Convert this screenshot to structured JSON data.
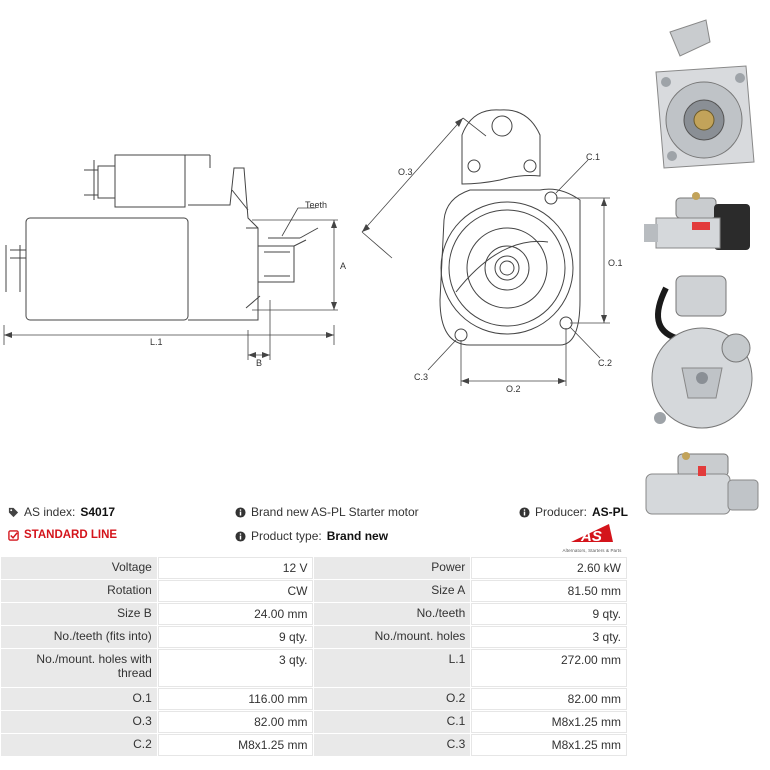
{
  "drawing": {
    "side_labels": {
      "teeth": "Teeth",
      "a": "A",
      "b": "B",
      "l1": "L.1"
    },
    "front_labels": {
      "o3": "O.3",
      "c1": "C.1",
      "o1": "O.1",
      "c2": "C.2",
      "c3": "C.3",
      "o2": "O.2"
    }
  },
  "info": {
    "index_label": "AS index:",
    "index_value": "S4017",
    "line": "STANDARD LINE",
    "description": "Brand new AS-PL Starter motor",
    "product_type_label": "Product type:",
    "product_type_value": "Brand new",
    "producer_label": "Producer:",
    "producer_value": "AS-PL",
    "logo_text": "AS",
    "logo_tagline": "Alternators, Starters & Parts",
    "accent_color": "#d4141b"
  },
  "specs": [
    {
      "l1": "Voltage",
      "v1": "12 V",
      "l2": "Power",
      "v2": "2.60 kW"
    },
    {
      "l1": "Rotation",
      "v1": "CW",
      "l2": "Size A",
      "v2": "81.50 mm"
    },
    {
      "l1": "Size B",
      "v1": "24.00 mm",
      "l2": "No./teeth",
      "v2": "9 qty."
    },
    {
      "l1": "No./teeth (fits into)",
      "v1": "9 qty.",
      "l2": "No./mount. holes",
      "v2": "3 qty."
    },
    {
      "l1": "No./mount. holes with thread",
      "v1": "3 qty.",
      "l2": "L.1",
      "v2": "272.00 mm"
    },
    {
      "l1": "O.1",
      "v1": "116.00 mm",
      "l2": "O.2",
      "v2": "82.00 mm"
    },
    {
      "l1": "O.3",
      "v1": "82.00 mm",
      "l2": "C.1",
      "v2": "M8x1.25 mm"
    },
    {
      "l1": "C.2",
      "v1": "M8x1.25 mm",
      "l2": "C.3",
      "v2": "M8x1.25 mm"
    }
  ]
}
